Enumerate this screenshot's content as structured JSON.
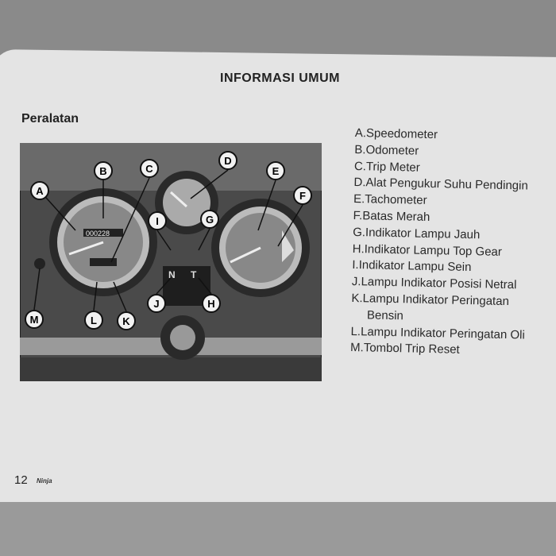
{
  "header": {
    "title": "INFORMASI UMUM"
  },
  "section": {
    "title": "Peralatan"
  },
  "callouts": [
    "A",
    "B",
    "C",
    "D",
    "E",
    "F",
    "G",
    "H",
    "I",
    "J",
    "K",
    "L",
    "M"
  ],
  "legend": [
    {
      "letter": "A.",
      "text": "Speedometer"
    },
    {
      "letter": "B.",
      "text": "Odometer"
    },
    {
      "letter": "C.",
      "text": "Trip Meter"
    },
    {
      "letter": "D.",
      "text": "Alat Pengukur Suhu Pendingin"
    },
    {
      "letter": "E.",
      "text": "Tachometer"
    },
    {
      "letter": "F.",
      "text": "Batas Merah"
    },
    {
      "letter": "G.",
      "text": "Indikator Lampu Jauh"
    },
    {
      "letter": "H.",
      "text": "Indikator Lampu Top Gear"
    },
    {
      "letter": "I.",
      "text": "Indikator Lampu Sein"
    },
    {
      "letter": "J.",
      "text": "Lampu Indikator Posisi Netral"
    },
    {
      "letter": "K.",
      "text": "Lampu Indikator Peringatan",
      "cont": "Bensin"
    },
    {
      "letter": "L.",
      "text": "Lampu Indikator Peringatan Oli"
    },
    {
      "letter": "M.",
      "text": "Tombol Trip Reset"
    }
  ],
  "panel_labels": {
    "neutral": "N",
    "top_gear": "T",
    "odometer": "000228"
  },
  "footer": {
    "page_number": "12",
    "brand": "Ninja"
  }
}
